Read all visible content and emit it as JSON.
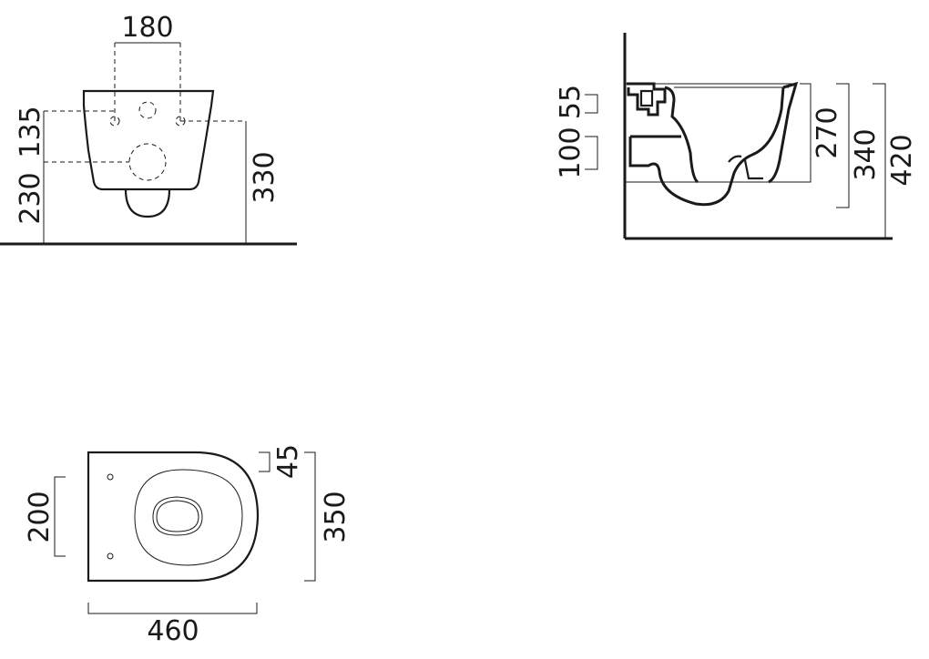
{
  "front_view": {
    "dim_width_top": "180",
    "dim_left_upper": "135",
    "dim_left_lower": "230",
    "dim_right": "330"
  },
  "side_view": {
    "dim_small_upper": "55",
    "dim_small_lower": "100",
    "dim_height_1": "270",
    "dim_height_2": "340",
    "dim_height_3": "420"
  },
  "top_view": {
    "dim_top_offset": "45",
    "dim_depth": "350",
    "dim_hole_spacing": "200",
    "dim_width": "460"
  }
}
